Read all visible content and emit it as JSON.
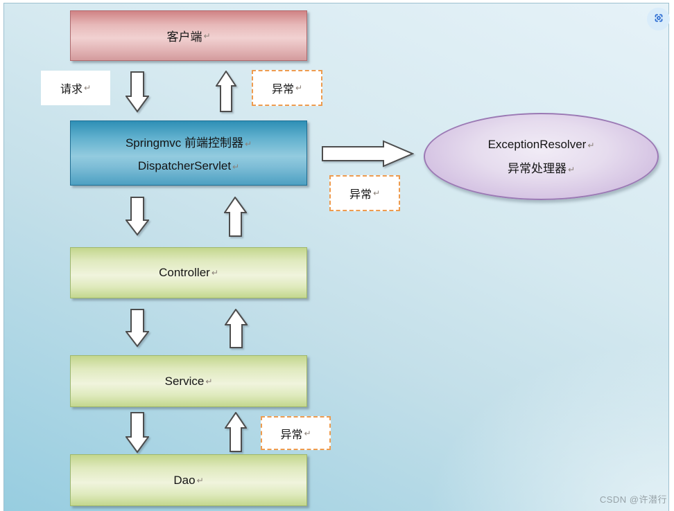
{
  "page": {
    "watermark": "CSDN @许潜行",
    "frame_border_color": "#9cc0cf",
    "background_top_color": "#e6f2f8",
    "background_bottom_left_color": "#97cde0"
  },
  "controls": {
    "scan_button": {
      "icon": "scan-focus-icon",
      "bg_color": "#d9ecfa",
      "stroke_color": "#2a6bd2"
    }
  },
  "diagram": {
    "return_mark": "↵",
    "nodes": {
      "client": {
        "label": "客户端",
        "fill": "#e7b9b9",
        "border": "#b0696c"
      },
      "dispatcher": {
        "line1": "Springmvc 前端控制器",
        "line2": "DispatcherServlet",
        "fill": "#93cbdf",
        "border": "#1f6e93"
      },
      "controller": {
        "label": "Controller",
        "fill": "#f0f4dd",
        "border": "#9fb76c"
      },
      "service": {
        "label": "Service",
        "fill": "#f0f4dd",
        "border": "#9fb76c"
      },
      "dao": {
        "label": "Dao",
        "fill": "#f0f4dd",
        "border": "#9fb76c"
      },
      "resolver": {
        "line1": "ExceptionResolver",
        "line2": "异常处理器",
        "fill": "#e6dcee",
        "border": "#9b79b4"
      }
    },
    "labels": {
      "request": "请求",
      "exception_top": "异常",
      "exception_mid": "异常",
      "exception_bottom": "异常",
      "dashed_border_color": "#ee9b4e"
    },
    "arrow_style": {
      "fill": "#ffffff",
      "stroke": "#4d4d4d"
    }
  }
}
